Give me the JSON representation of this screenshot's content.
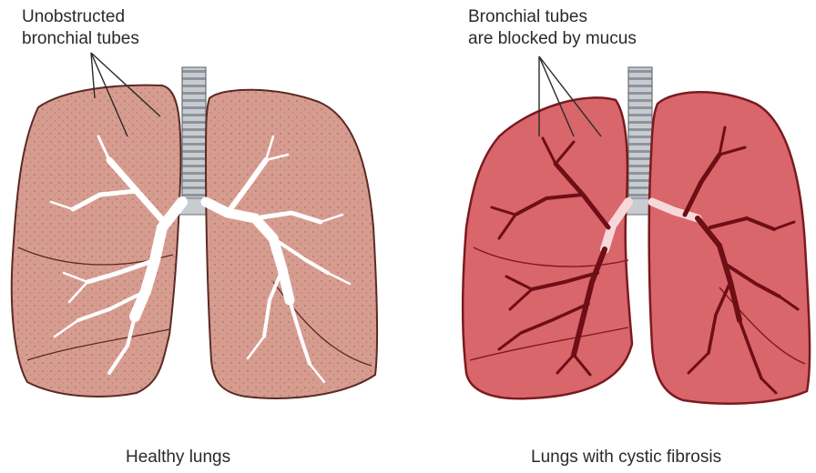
{
  "healthy": {
    "callout_line1": "Unobstructed",
    "callout_line2": "bronchial tubes",
    "caption": "Healthy lungs"
  },
  "cystic_fibrosis": {
    "callout_line1": "Bronchial tubes",
    "callout_line2": "are blocked by mucus",
    "caption": "Lungs with cystic fibrosis"
  },
  "colors": {
    "healthy_tissue": "#d79c90",
    "healthy_outline": "#5a2a24",
    "cf_tissue": "#d9666a",
    "cf_outline": "#7a1a20",
    "cf_mucus": "#6e0e16",
    "airway": "#ffffff",
    "trachea": "#bfc3c8"
  }
}
